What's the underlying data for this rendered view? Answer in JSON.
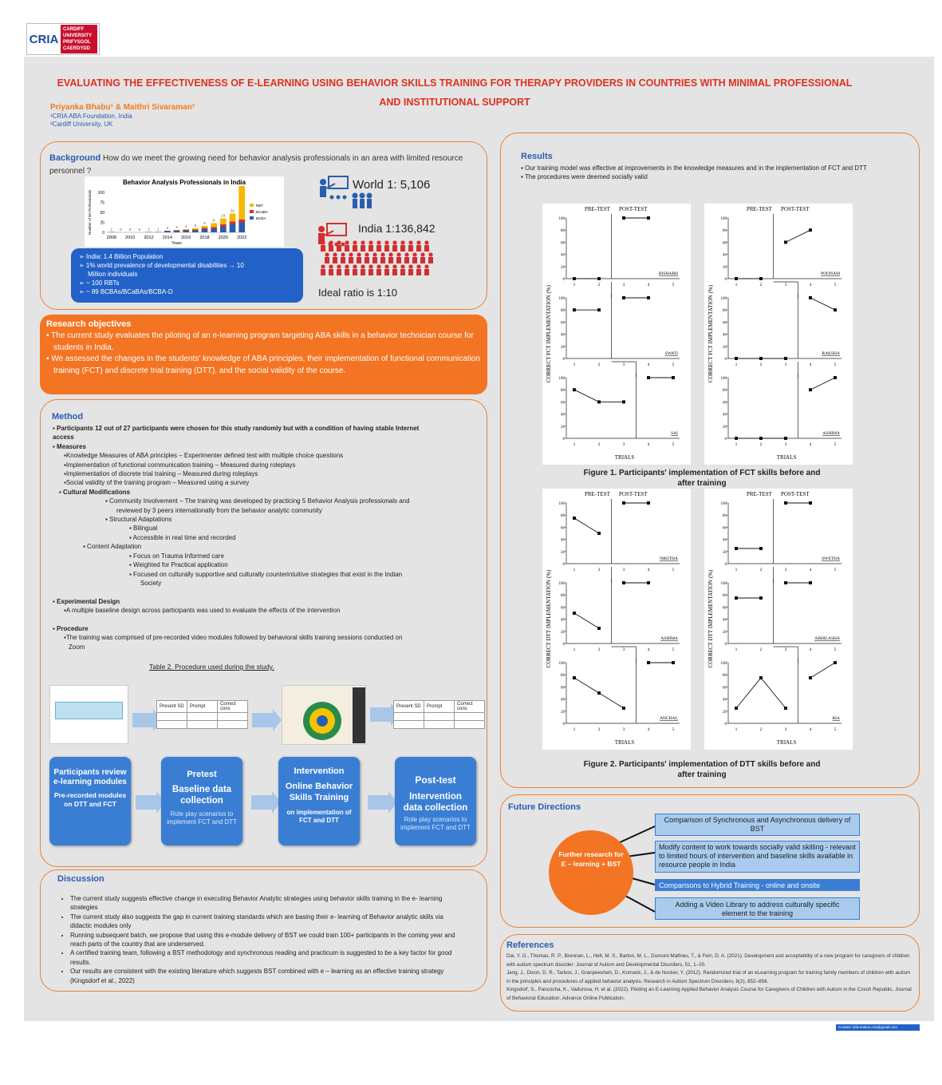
{
  "logo": {
    "left": "CRIA",
    "right_lines": [
      "CARDIFF",
      "UNIVERSITY",
      "PRIFYSGOL",
      "CAERDYDD"
    ]
  },
  "title_line1": "EVALUATING THE EFFECTIVENESS OF E-LEARNING USING BEHAVIOR SKILLS TRAINING FOR THERAPY PROVIDERS IN COUNTRIES WITH MINIMAL PROFESSIONAL",
  "title_line2": "AND INSTITUTIONAL SUPPORT",
  "authors": "Priyanka Bhabu¹ & Maithri Sivaraman²",
  "aff1": "¹CRIA ABA Foundation, India",
  "aff2": "²Cardiff University, UK",
  "background": {
    "heading": "Background",
    "text": "How do we meet the growing need for behavior analysis professionals in an area with limited resource personnel ?",
    "bullets": [
      "➢ India: 1.4 Billion Population",
      "➢ 1% world prevalence of developmental disabilities → 10",
      "     Million individuals",
      "➢ ~ 100 RBTs",
      "➢ ~ 89 BCBAs/BCaBAs/BCBA-D"
    ],
    "world": "World  1: 5,106",
    "india": "India 1:136,842",
    "ideal": "Ideal ratio is 1:10"
  },
  "chart_data": {
    "type": "bar",
    "title": "Behavior Analysis Professionals in India",
    "xlabel": "Years",
    "ylabel": "Number of BA Professionals",
    "ylim": [
      0,
      100
    ],
    "yticks": [
      "100",
      "75",
      "50",
      "25",
      "0"
    ],
    "categories": [
      "2008",
      "2009",
      "2010",
      "2011",
      "2012",
      "2013",
      "2014",
      "2015",
      "2016",
      "2017",
      "2018",
      "2019",
      "2020",
      "2021",
      "2022"
    ],
    "xtick_labels": [
      "2008",
      "2010",
      "2012",
      "2014",
      "2016",
      "2018",
      "2020",
      "2022"
    ],
    "series": [
      {
        "name": "RBT",
        "color": "#f5b800",
        "values": [
          0,
          0,
          0,
          0,
          0,
          0,
          0,
          1,
          2,
          3,
          5,
          10,
          15,
          20,
          84
        ]
      },
      {
        "name": "BCaBA",
        "color": "#e0301e",
        "values": [
          0,
          0,
          0,
          0,
          0,
          0,
          1,
          1,
          2,
          2,
          3,
          4,
          5,
          6,
          7
        ]
      },
      {
        "name": "BCBA",
        "color": "#2a5db0",
        "values": [
          1,
          0,
          0,
          0,
          1,
          1,
          3,
          4,
          4,
          5,
          8,
          9,
          15,
          21,
          25
        ]
      }
    ],
    "data_labels": [
      "1",
      "0",
      "0",
      "0",
      "1",
      "1",
      "3",
      "4",
      "4",
      "5",
      "8",
      "9",
      "23",
      "31",
      "84"
    ]
  },
  "objectives": {
    "heading": "Research objectives",
    "items": [
      "▪ The current study evaluates the piloting of an e-learning program targeting ABA skills in a behavior technician course for students in India.",
      "▪ We assessed the changes in the students' knowledge of ABA principles, their implementation of functional communication training (FCT) and discrete trial training (DTT), and the social validity of the course."
    ]
  },
  "method": {
    "heading": "Method",
    "lines": [
      {
        "t": "▪ Participants 12 out of 27 participants were chosen for this study randomly but with a condition of having stable Internet",
        "i": 0,
        "b": true
      },
      {
        "t": "   access",
        "i": 0,
        "b": true
      },
      {
        "t": "▪ Measures",
        "i": 0,
        "b": true
      },
      {
        "t": "▪Knowledge Measures of ABA principles – Experimenter defined test with multiple choice questions",
        "i": 14
      },
      {
        "t": "▪Implementation of functional communication training – Measured during roleplays",
        "i": 14
      },
      {
        "t": "▪Implementation of discrete trial training – Measured during roleplays",
        "i": 14
      },
      {
        "t": "▪Social validity of the training program – Measured using a survey",
        "i": 14
      },
      {
        "t": "▪  Cultural Modifications",
        "i": 8,
        "b": true
      },
      {
        "t": "▪   Community Involvement – The training was developed by practicing 5 Behavior Analysis professionals and",
        "i": 66
      },
      {
        "t": "reviewed by 3 peers internationally from the behavior analytic community",
        "i": 80
      },
      {
        "t": "▪   Structural Adaptations",
        "i": 66
      },
      {
        "t": "▪   Bilingual",
        "i": 96
      },
      {
        "t": "▪   Accessible in real time and recorded",
        "i": 96
      },
      {
        "t": "▪   Content Adaptation",
        "i": 38
      },
      {
        "t": "▪   Focus on Trauma Informed care",
        "i": 96
      },
      {
        "t": "▪   Weighted for Practical application",
        "i": 96
      },
      {
        "t": "▪   Focused on culturally supportive and culturally counterintuitive strategies that exist in the Indian",
        "i": 96
      },
      {
        "t": "Society",
        "i": 110
      },
      {
        "t": "",
        "i": 0
      },
      {
        "t": "▪ Experimental Design",
        "i": 0,
        "b": true
      },
      {
        "t": "▪A multiple baseline design across participants was used to evaluate the effects of the intervention",
        "i": 14
      },
      {
        "t": "",
        "i": 0
      },
      {
        "t": "▪ Procedure",
        "i": 0,
        "b": true
      },
      {
        "t": "▪The training was comprised of pre-recorded video modules followed by behavioral skills training sessions conducted on",
        "i": 14
      },
      {
        "t": "Zoom",
        "i": 20
      }
    ],
    "table_caption": "Table 2. Procedure used during the study.",
    "table_headers": [
      "Present SD",
      "Prompt",
      "Correct cons"
    ],
    "steps": [
      {
        "title": "Participants review e-learning modules",
        "sub": "Pre-recorded modules on DTT and FCT",
        "note": ""
      },
      {
        "title": "Pretest",
        "sub": "Baseline data collection",
        "note": "Role play scenarios to implement FCT and DTT"
      },
      {
        "title": "Intervention",
        "sub": "Online Behavior Skills Training",
        "note": "on implementation of FCT and DTT"
      },
      {
        "title": "Post-test",
        "sub": "Intervention data collection",
        "note": "Role play scenarios to implement FCT and DTT"
      }
    ]
  },
  "discussion": {
    "heading": "Discussion",
    "items": [
      "The current study suggests effective change in executing Behavior Analytic strategies using behavior skills training in the e- learning strategies",
      "The current study also suggests the gap in current training standards which are basing their e- learning of Behavior analytic skills via didactic modules only",
      "Running subsequent batch, we propose that using this e-module delivery of BST we could train 100+ participants in the coming year and reach parts of the country that are underserved.",
      "A certified training team, following a BST methodology and synchronous reading and practicum is suggested to be a key factor for good results.",
      "Our results are consistent with the existing literature which suggests BST combined with e – learning as an effective  training strategy (Kingsdorf et al., 2022)"
    ]
  },
  "results": {
    "heading": "Results",
    "bullets": [
      "▪ Our training model was effective at improvements in the knowledge measures and in the implementation of FCT and DTT",
      "▪ The procedures were deemed socially valid"
    ],
    "fig1_caption": "Figure 1. Participants' implementation of FCT skills before and after training",
    "fig2_caption": "Figure 2. Participants' implementation of DTT skills before and after training",
    "graph_labels": {
      "pre": "PRE-TEST",
      "post": "POST-TEST",
      "trials": "TRIALS",
      "fct_ylabel": "CORRECT FCT IMPLEMENTATION (%)",
      "dtt_ylabel": "CORRECT DTT IMPLEMENTATION (%)"
    }
  },
  "graphs": [
    {
      "id": "fct-left",
      "panels": [
        {
          "name": "RISHABH",
          "pre": [
            0,
            0
          ],
          "post": [
            100,
            100
          ],
          "phase": 2.5
        },
        {
          "name": "SWATI",
          "pre": [
            80,
            80
          ],
          "post": [
            100,
            100
          ],
          "phase": 2.5
        },
        {
          "name": "SAI",
          "pre": [
            80,
            60,
            60
          ],
          "post": [
            100,
            100
          ],
          "phase": 3.5
        }
      ]
    },
    {
      "id": "fct-right",
      "panels": [
        {
          "name": "POONAM",
          "pre": [
            0,
            0
          ],
          "post": [
            60,
            80
          ],
          "phase": 2.5
        },
        {
          "name": "RAKSHA",
          "pre": [
            0,
            0,
            0
          ],
          "post": [
            100,
            80
          ],
          "phase": 3.5
        },
        {
          "name": "ASHIMA",
          "pre": [
            0,
            0,
            0
          ],
          "post": [
            80,
            100
          ],
          "phase": 3.5
        }
      ]
    },
    {
      "id": "dtt-left",
      "panels": [
        {
          "name": "NIKITHA",
          "pre": [
            75,
            50
          ],
          "post": [
            100,
            100
          ],
          "phase": 2.5
        },
        {
          "name": "ASHIMA",
          "pre": [
            50,
            25
          ],
          "post": [
            100,
            100
          ],
          "phase": 2.5
        },
        {
          "name": "ANCHAL",
          "pre": [
            75,
            50,
            25
          ],
          "post": [
            100,
            100
          ],
          "phase": 3.5
        }
      ]
    },
    {
      "id": "dtt-right",
      "panels": [
        {
          "name": "SWETHA",
          "pre": [
            25,
            25
          ],
          "post": [
            100,
            100
          ],
          "phase": 2.5
        },
        {
          "name": "ABHILASHA",
          "pre": [
            75,
            75
          ],
          "post": [
            100,
            100
          ],
          "phase": 2.5
        },
        {
          "name": "RIA",
          "pre": [
            25,
            75,
            25
          ],
          "post": [
            75,
            100
          ],
          "phase": 3.5
        }
      ]
    }
  ],
  "future": {
    "heading": "Future Directions",
    "center": "Further research for E – learning + BST",
    "items": [
      "Comparison of Synchronous and Asynchronous delivery  of BST",
      "Modify content to work towards socially valid skilling - relevant to limited hours of intervention and baseline skills available in resource people in India",
      "Comparisons to Hybrid Training - online  and onsite",
      "Adding a Video Library to address culturally specific element to the training"
    ]
  },
  "references": {
    "heading": "References",
    "items": [
      "Dai, Y. G., Thomas, R. P., Brennan, L., Helt, M. S., Barton, M. L., Dumont-Mathieu, T., & Fein, D. A. (2021). Development and acceptability of a new program for caregivers of children with autism spectrum disorder: Journal of Autism and Developmental Disorders, 51, 1–20.",
      "Jang, J., Dixon, D. R., Tarbox, J., Granpeesheh, D., Kornack, J., & de Nocker, Y. (2012). Randomized trial of an eLearning program for training family members of children with autism in the principles and procedures of applied behavior analysis. Research in Autism Spectrum Disorders, 6(2), 852–856.",
      "Kingsdorf, S., Pancocha, K., Vadurova, H. et al. (2022). Piloting an E-Learning Applied Behavior Analysis Course for Caregivers of Children with Autism in the Czech Republic. Journal of Behavioral Education. Advance Online Publication."
    ]
  },
  "contact": "Contact: information.cria@gmail.com"
}
